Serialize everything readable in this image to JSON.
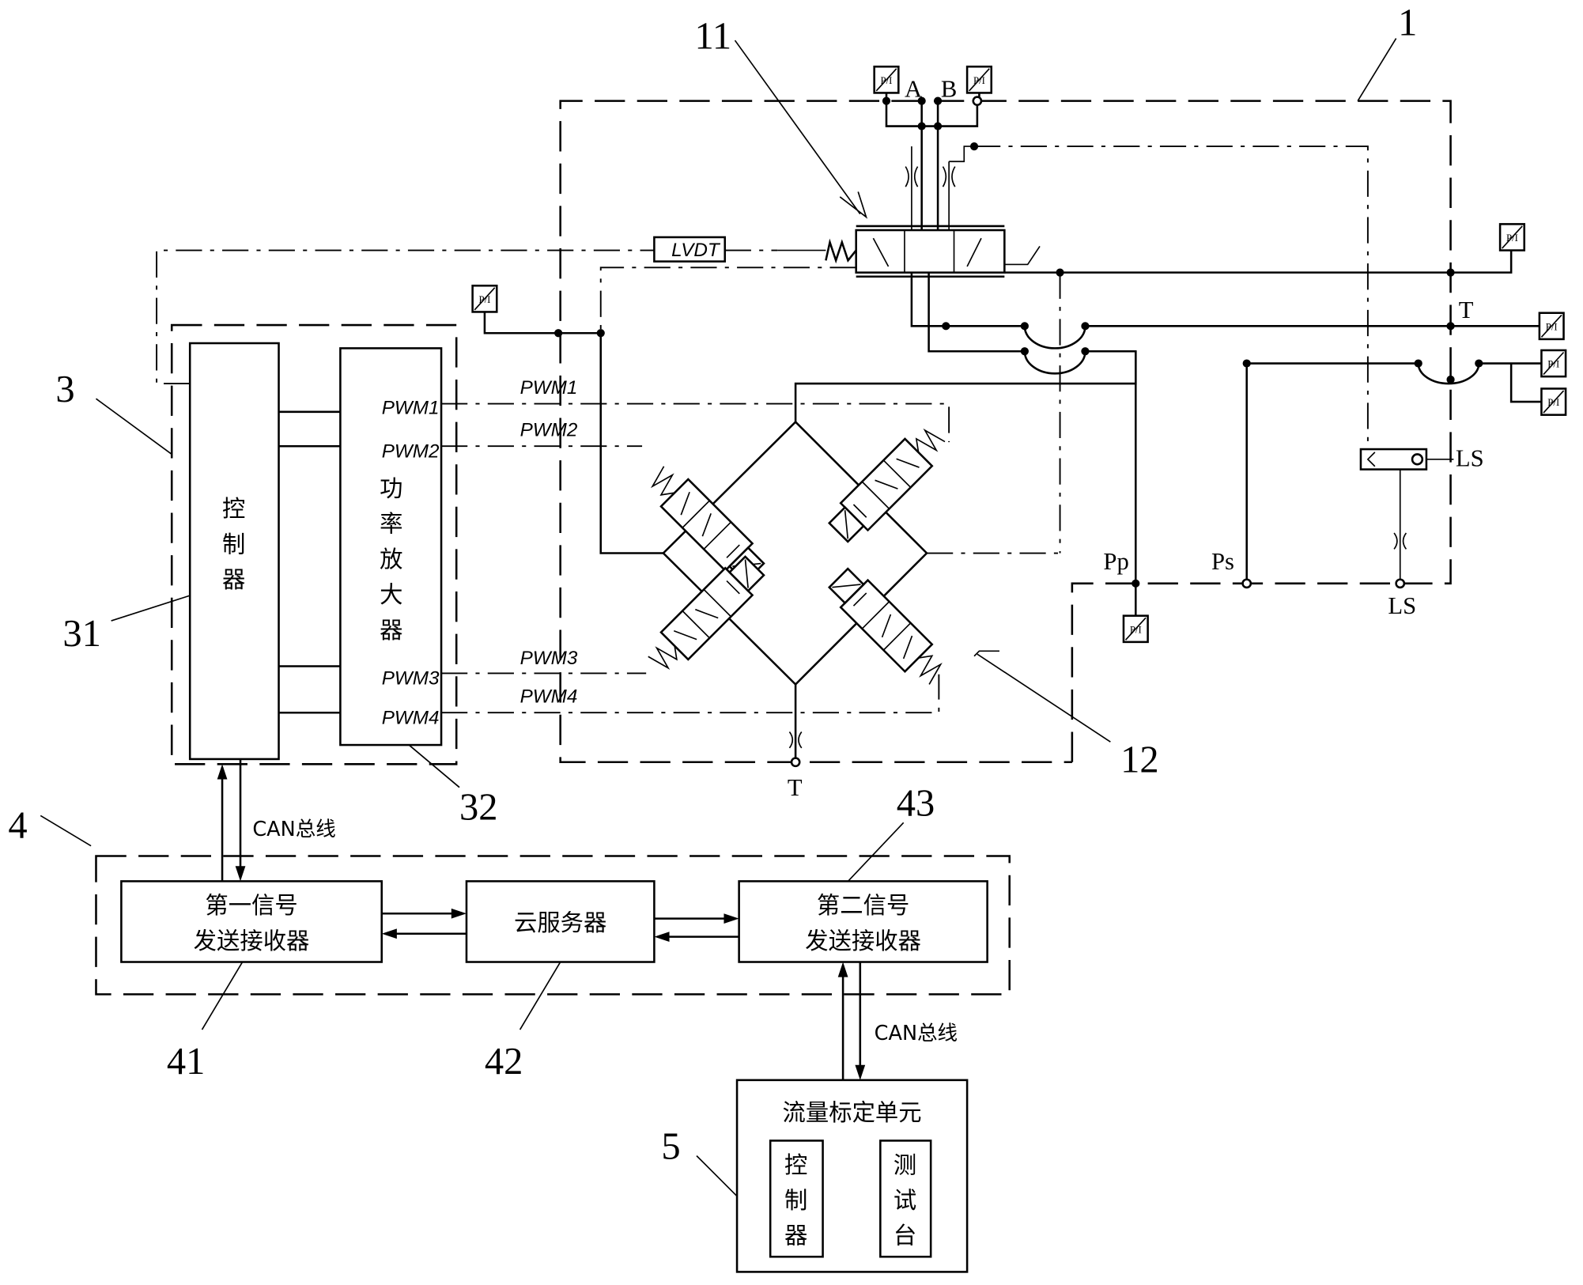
{
  "ref_numbers": {
    "n1": "1",
    "n11": "11",
    "n12": "12",
    "n3": "3",
    "n31": "31",
    "n32": "32",
    "n4": "4",
    "n41": "41",
    "n42": "42",
    "n43": "43",
    "n5": "5"
  },
  "ports": {
    "A": "A",
    "B": "B",
    "T_top": "T",
    "T_bottom": "T",
    "Pp": "Pp",
    "Ps": "Ps",
    "LS_right": "LS",
    "LS_bottom": "LS"
  },
  "lvdt": "LVDT",
  "pwm": {
    "in1": "PWM1",
    "in2": "PWM2",
    "in3": "PWM3",
    "in4": "PWM4",
    "out1": "PWM1",
    "out2": "PWM2",
    "out3": "PWM3",
    "out4": "PWM4"
  },
  "sensor_label": "P/I",
  "controller": {
    "c1": "控",
    "c2": "制",
    "c3": "器"
  },
  "amplifier": {
    "c1": "功",
    "c2": "率",
    "c3": "放",
    "c4": "大",
    "c5": "器"
  },
  "can_bus_1": "CAN总线",
  "can_bus_2": "CAN总线",
  "transceiver1": {
    "line1": "第一信号",
    "line2": "发送接收器"
  },
  "cloud": "云服务器",
  "transceiver2": {
    "line1": "第二信号",
    "line2": "发送接收器"
  },
  "calib": {
    "title": "流量标定单元",
    "ctrl": [
      "控",
      "制",
      "器"
    ],
    "bench": [
      "测",
      "试",
      "台"
    ]
  }
}
